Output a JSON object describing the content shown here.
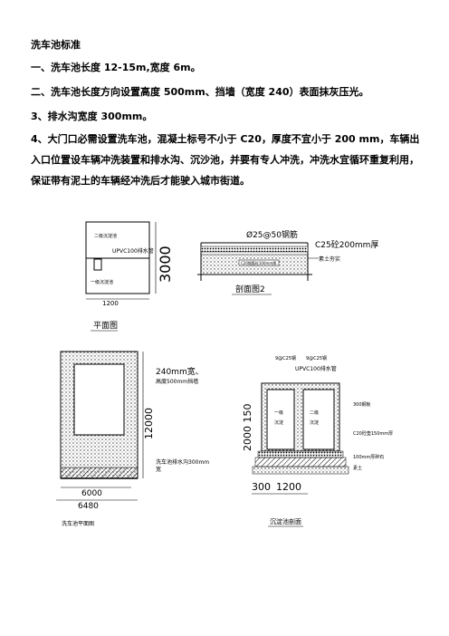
{
  "document": {
    "title": "洗车池标准",
    "items": [
      "一、洗车池长度 12-15m,宽度 6m。",
      "二、洗车池长度方向设置高度 500mm、挡墙（宽度 240）表面抹灰压光。",
      "3、排水沟宽度 300mm。",
      "4、大门口必需设置洗车池，混凝土标号不小于 C20，厚度不宜小于 200 mm，车辆出入口位置设车辆冲洗装置和排水沟、沉沙池，并要有专人冲洗，冲洗水宜循环重复利用，保证带有泥土的车辆经冲洗后才能驶入城市街道。"
    ]
  },
  "drawings": {
    "plan_small": {
      "label_top": "二级沉淀池",
      "label_pipe": "UPVC100排水管",
      "label_bottom": "一级沉淀池",
      "dim_bottom": "1200",
      "dim_right": "3000",
      "caption": "平面图"
    },
    "section2": {
      "rebar": "Ø25@50钢筋",
      "concrete": "C25砼200mm厚",
      "fill": "素土夯实",
      "pipe": "C20钢筋砼100mm厚",
      "caption": "剖面图2"
    },
    "plan_large": {
      "wall_note_1": "240mm宽、",
      "wall_note_2": "高度500mm挡墙",
      "dim_right": "12000",
      "trench_note_1": "洗车池排水沟300mm",
      "trench_note_2": "宽",
      "dim_inner": "6000",
      "dim_outer": "6480",
      "caption": "洗车池平面图"
    },
    "section_detail": {
      "top_left": "9@C25钢",
      "top_right": "9@C25钢",
      "pipe": "UPVC100排水管",
      "left_text_1": "一级",
      "left_text_2": "沉淀",
      "right_text_1": "二级",
      "right_text_2": "沉淀",
      "wall_note": "300钢板",
      "slab_note": "C20砼垫150mm厚",
      "base_note": "100mm厚碎石",
      "fill_note": "素土",
      "dim_height": "2000 150",
      "dim_bottom_a": "300",
      "dim_bottom_b": "1200",
      "caption": "沉淀池剖面"
    }
  }
}
